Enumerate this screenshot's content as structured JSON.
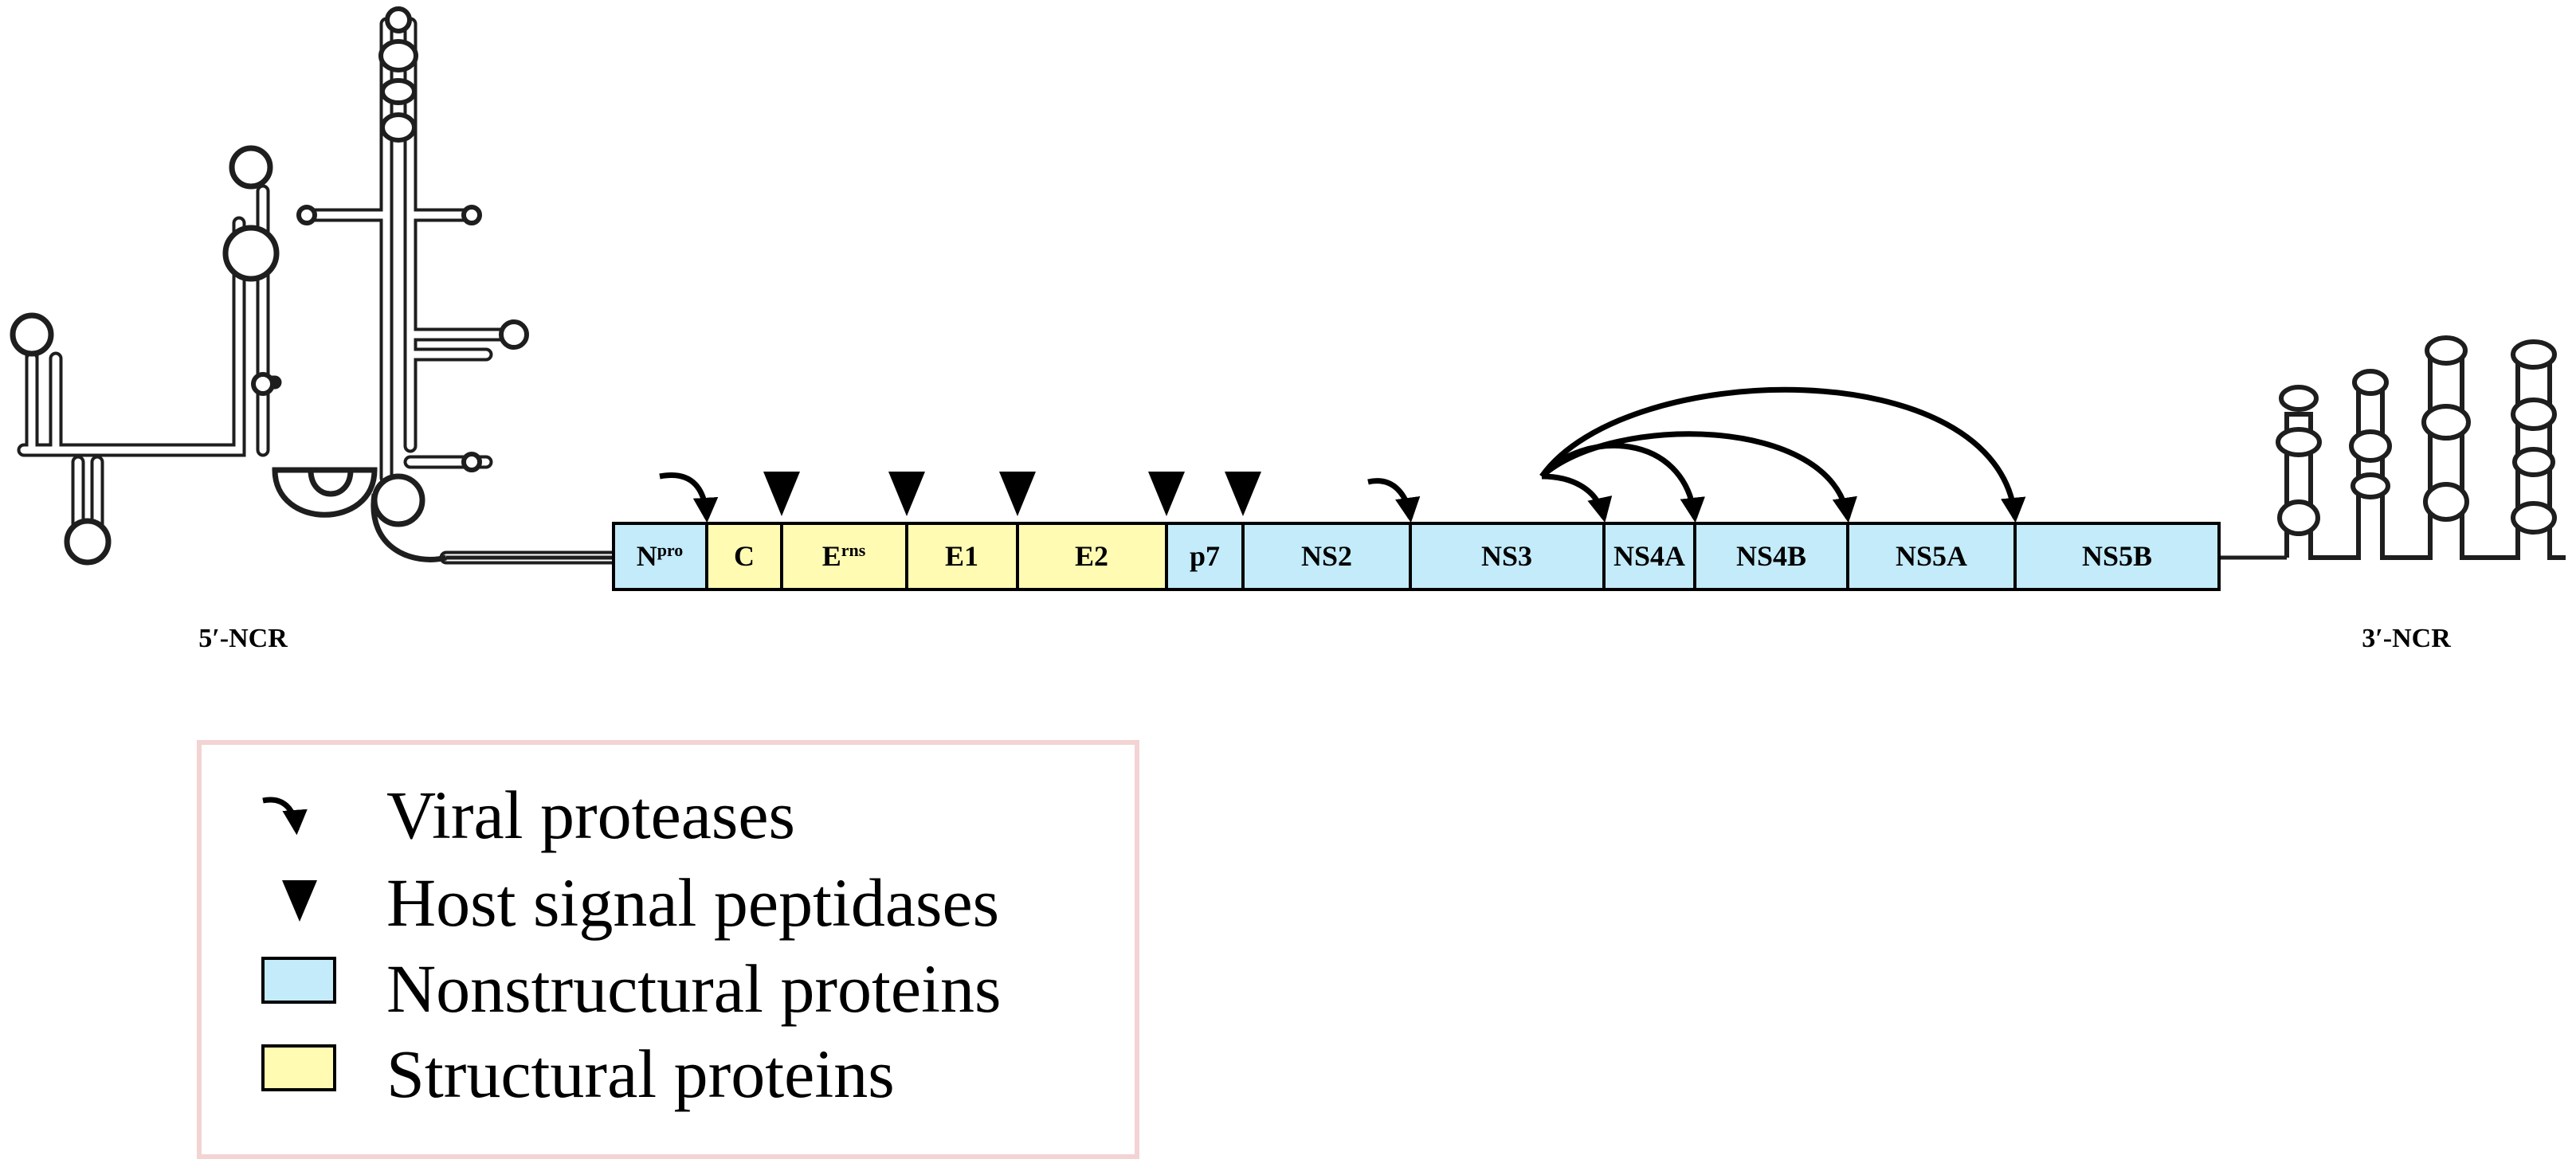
{
  "colors": {
    "nonstructural": "#c3ebfa",
    "structural": "#fffbb3",
    "outline": "#000000",
    "legend_border": "#f3d3d3"
  },
  "genome": {
    "segments": [
      {
        "id": "npro",
        "label_main": "N",
        "label_sup": "pro",
        "type": "nonstructural"
      },
      {
        "id": "c",
        "label_main": "C",
        "label_sup": "",
        "type": "structural"
      },
      {
        "id": "erns",
        "label_main": "E",
        "label_sup": "rns",
        "type": "structural"
      },
      {
        "id": "e1",
        "label_main": "E1",
        "label_sup": "",
        "type": "structural"
      },
      {
        "id": "e2",
        "label_main": "E2",
        "label_sup": "",
        "type": "structural"
      },
      {
        "id": "p7",
        "label_main": "p7",
        "label_sup": "",
        "type": "nonstructural"
      },
      {
        "id": "ns2",
        "label_main": "NS2",
        "label_sup": "",
        "type": "nonstructural"
      },
      {
        "id": "ns3",
        "label_main": "NS3",
        "label_sup": "",
        "type": "nonstructural"
      },
      {
        "id": "ns4a",
        "label_main": "NS4A",
        "label_sup": "",
        "type": "nonstructural"
      },
      {
        "id": "ns4b",
        "label_main": "NS4B",
        "label_sup": "",
        "type": "nonstructural"
      },
      {
        "id": "ns5a",
        "label_main": "NS5A",
        "label_sup": "",
        "type": "nonstructural"
      },
      {
        "id": "ns5b",
        "label_main": "NS5B",
        "label_sup": "",
        "type": "nonstructural"
      }
    ],
    "five_prime_label": "5′-NCR",
    "three_prime_label": "3′-NCR",
    "host_signal_peptidase_cleavage_sites": [
      "C/Erns",
      "Erns/E1",
      "E1/E2",
      "E2/p7",
      "p7/NS2"
    ],
    "viral_protease_cleavage_sites": [
      {
        "site": "Npro/C",
        "protease": "Npro"
      },
      {
        "site": "NS2/NS3",
        "protease": "NS2"
      },
      {
        "site": "NS3/NS4A",
        "protease": "NS3"
      },
      {
        "site": "NS4A/NS4B",
        "protease": "NS3"
      },
      {
        "site": "NS4B/NS5A",
        "protease": "NS3"
      },
      {
        "site": "NS5A/NS5B",
        "protease": "NS3"
      }
    ]
  },
  "legend": {
    "items": [
      {
        "symbol": "viral-protease-arrow",
        "label": "Viral proteases"
      },
      {
        "symbol": "host-signal-peptidase-triangle",
        "label": "Host signal peptidases"
      },
      {
        "symbol": "nonstructural-swatch",
        "label": "Nonstructural proteins"
      },
      {
        "symbol": "structural-swatch",
        "label": "Structural proteins"
      }
    ]
  }
}
